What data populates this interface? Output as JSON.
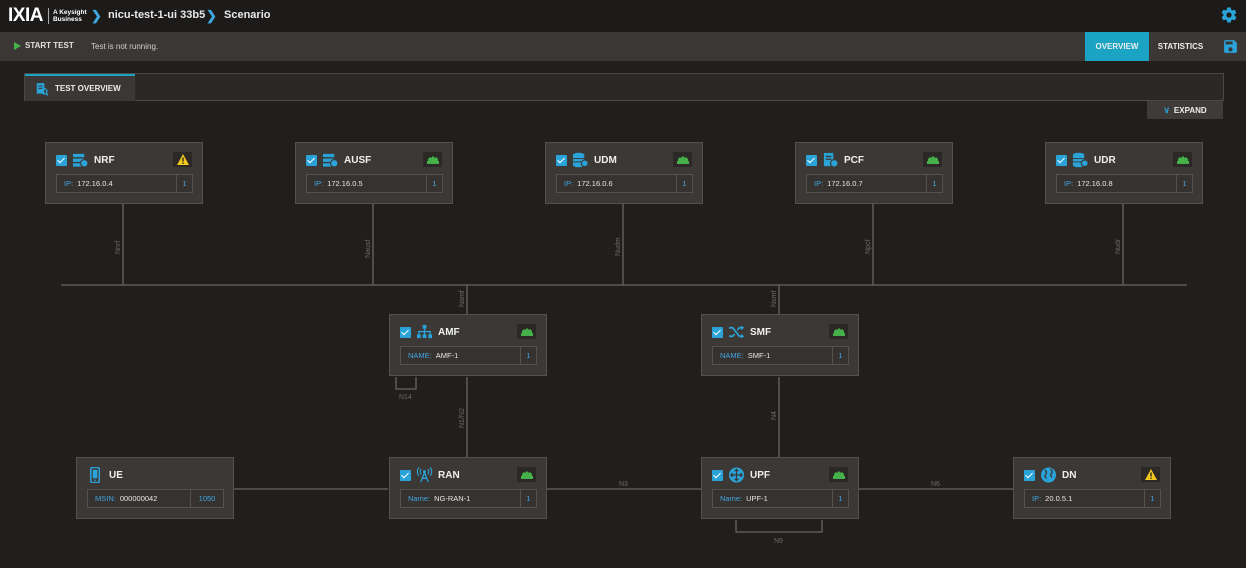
{
  "header": {
    "logo": "IXIA",
    "logo_sub_1": "A Keysight",
    "logo_sub_2": "Business",
    "breadcrumb": [
      "nicu-test-1-ui 33b5",
      "Scenario"
    ]
  },
  "toolbar": {
    "start_label": "START TEST",
    "status_text": "Test is not running.",
    "tabs": [
      "OVERVIEW",
      "STATISTICS"
    ],
    "active_tab": "OVERVIEW"
  },
  "panel": {
    "tab_label": "TEST OVERVIEW",
    "expand_label": "EXPAND"
  },
  "colors": {
    "accent": "#1aa3c2",
    "icon_blue": "#2aa3d8",
    "ok_green": "#46b04a",
    "warn_yellow": "#f2c81c",
    "background": "#211e1c",
    "card": "#3b3835"
  },
  "nodes": {
    "nrf": {
      "name": "NRF",
      "icon": "server-stack-icon",
      "status": "warning",
      "field_key": "IP:",
      "field_val": "172.16.0.4",
      "count": "1"
    },
    "ausf": {
      "name": "AUSF",
      "icon": "server-stack-icon",
      "status": "ok",
      "field_key": "IP:",
      "field_val": "172.16.0.5",
      "count": "1"
    },
    "udm": {
      "name": "UDM",
      "icon": "database-icon",
      "status": "ok",
      "field_key": "IP:",
      "field_val": "172.16.0.6",
      "count": "1"
    },
    "pcf": {
      "name": "PCF",
      "icon": "policy-doc-icon",
      "status": "ok",
      "field_key": "IP:",
      "field_val": "172.16.0.7",
      "count": "1"
    },
    "udr": {
      "name": "UDR",
      "icon": "database-icon",
      "status": "ok",
      "field_key": "IP:",
      "field_val": "172.16.0.8",
      "count": "1"
    },
    "amf": {
      "name": "AMF",
      "icon": "hierarchy-icon",
      "status": "ok",
      "field_key": "NAME:",
      "field_val": "AMF-1",
      "count": "1"
    },
    "smf": {
      "name": "SMF",
      "icon": "shuffle-icon",
      "status": "ok",
      "field_key": "NAME:",
      "field_val": "SMF-1",
      "count": "1"
    },
    "ue": {
      "name": "UE",
      "icon": "mobile-phone-icon",
      "status": "",
      "field_key": "MSIN:",
      "field_val": "000000042",
      "count": "1050"
    },
    "ran": {
      "name": "RAN",
      "icon": "antenna-icon",
      "status": "ok",
      "field_key": "Name:",
      "field_val": "NG-RAN-1",
      "count": "1"
    },
    "upf": {
      "name": "UPF",
      "icon": "router-icon",
      "status": "ok",
      "field_key": "Name:",
      "field_val": "UPF-1",
      "count": "1"
    },
    "dn": {
      "name": "DN",
      "icon": "globe-icon",
      "status": "warning",
      "field_key": "IP:",
      "field_val": "20.0.5.1",
      "count": "1"
    }
  },
  "interfaces": {
    "nrf": "Nnrf",
    "ausf": "Nausf",
    "udm": "Nudm",
    "pcf": "Npcf",
    "udr": "Nudr",
    "amf": "Namf",
    "smf": "Nsmf",
    "n14": "N14",
    "n1n2": "N1/N2",
    "n4": "N4",
    "n3": "N3",
    "n6": "N6",
    "n9": "N9"
  }
}
